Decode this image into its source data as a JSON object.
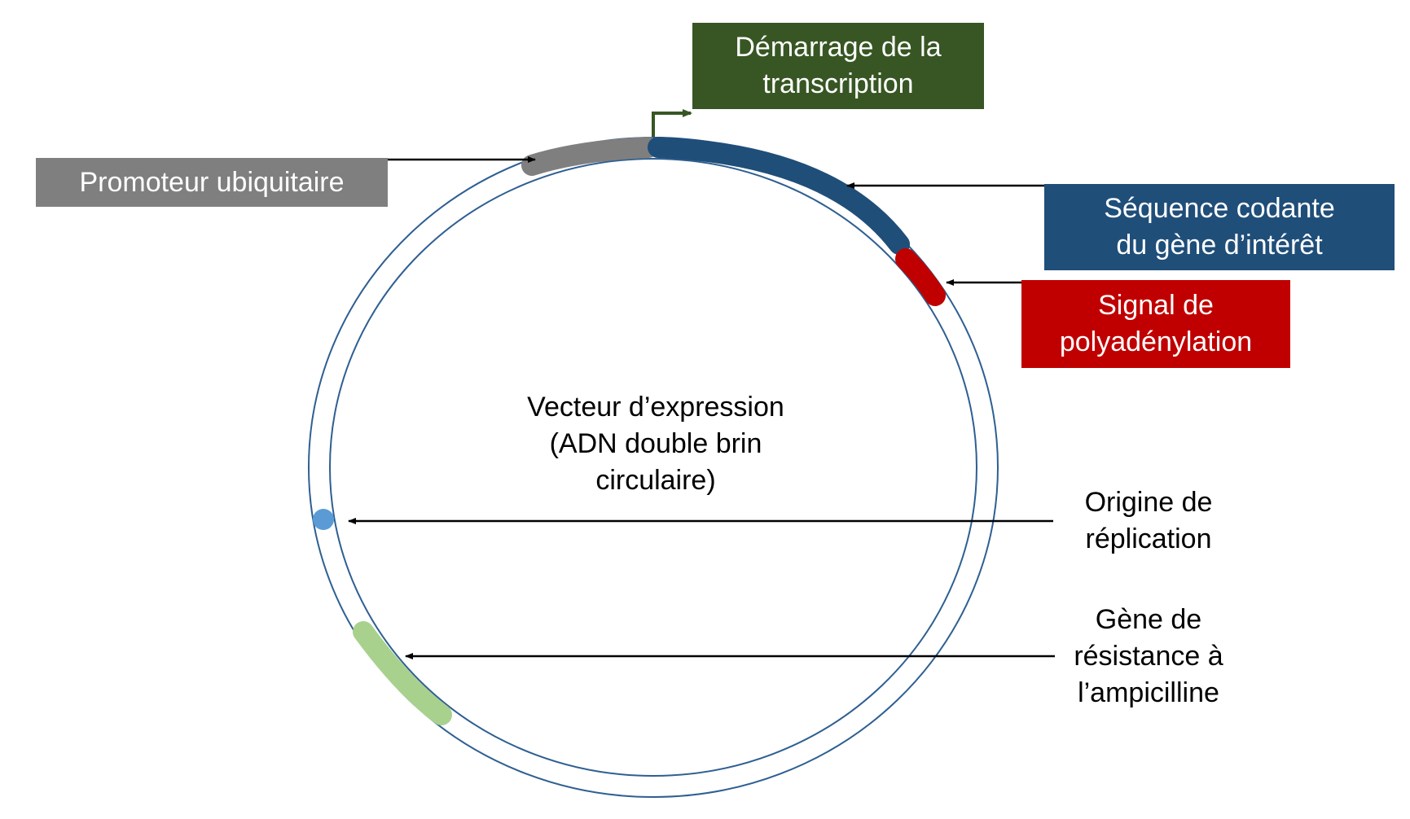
{
  "labels": {
    "demarrage": {
      "line1": "Démarrage de la",
      "line2": "transcription"
    },
    "promoteur": {
      "line1": "Promoteur ubiquitaire"
    },
    "sequence": {
      "line1": "Séquence codante",
      "line2": "du gène d’intérêt"
    },
    "signal": {
      "line1": "Signal de",
      "line2": "polyadénylation"
    },
    "vecteur": {
      "line1": "Vecteur d’expression",
      "line2": "(ADN double brin",
      "line3": "circulaire)"
    },
    "origine": {
      "line1": "Origine de",
      "line2": "réplication"
    },
    "gene_resistance": {
      "line1": "Gène de",
      "line2": "résistance à",
      "line3": "l’ampicilline"
    }
  },
  "colors": {
    "plasmid_ring": "#2e5f92",
    "promoteur": "#7f7f7f",
    "sequence": "#1f4e79",
    "signal": "#c00000",
    "demarrage": "#375623",
    "origine": "#5b9bd5",
    "gene_resistance": "#a9d18e",
    "arrow": "#000000"
  }
}
